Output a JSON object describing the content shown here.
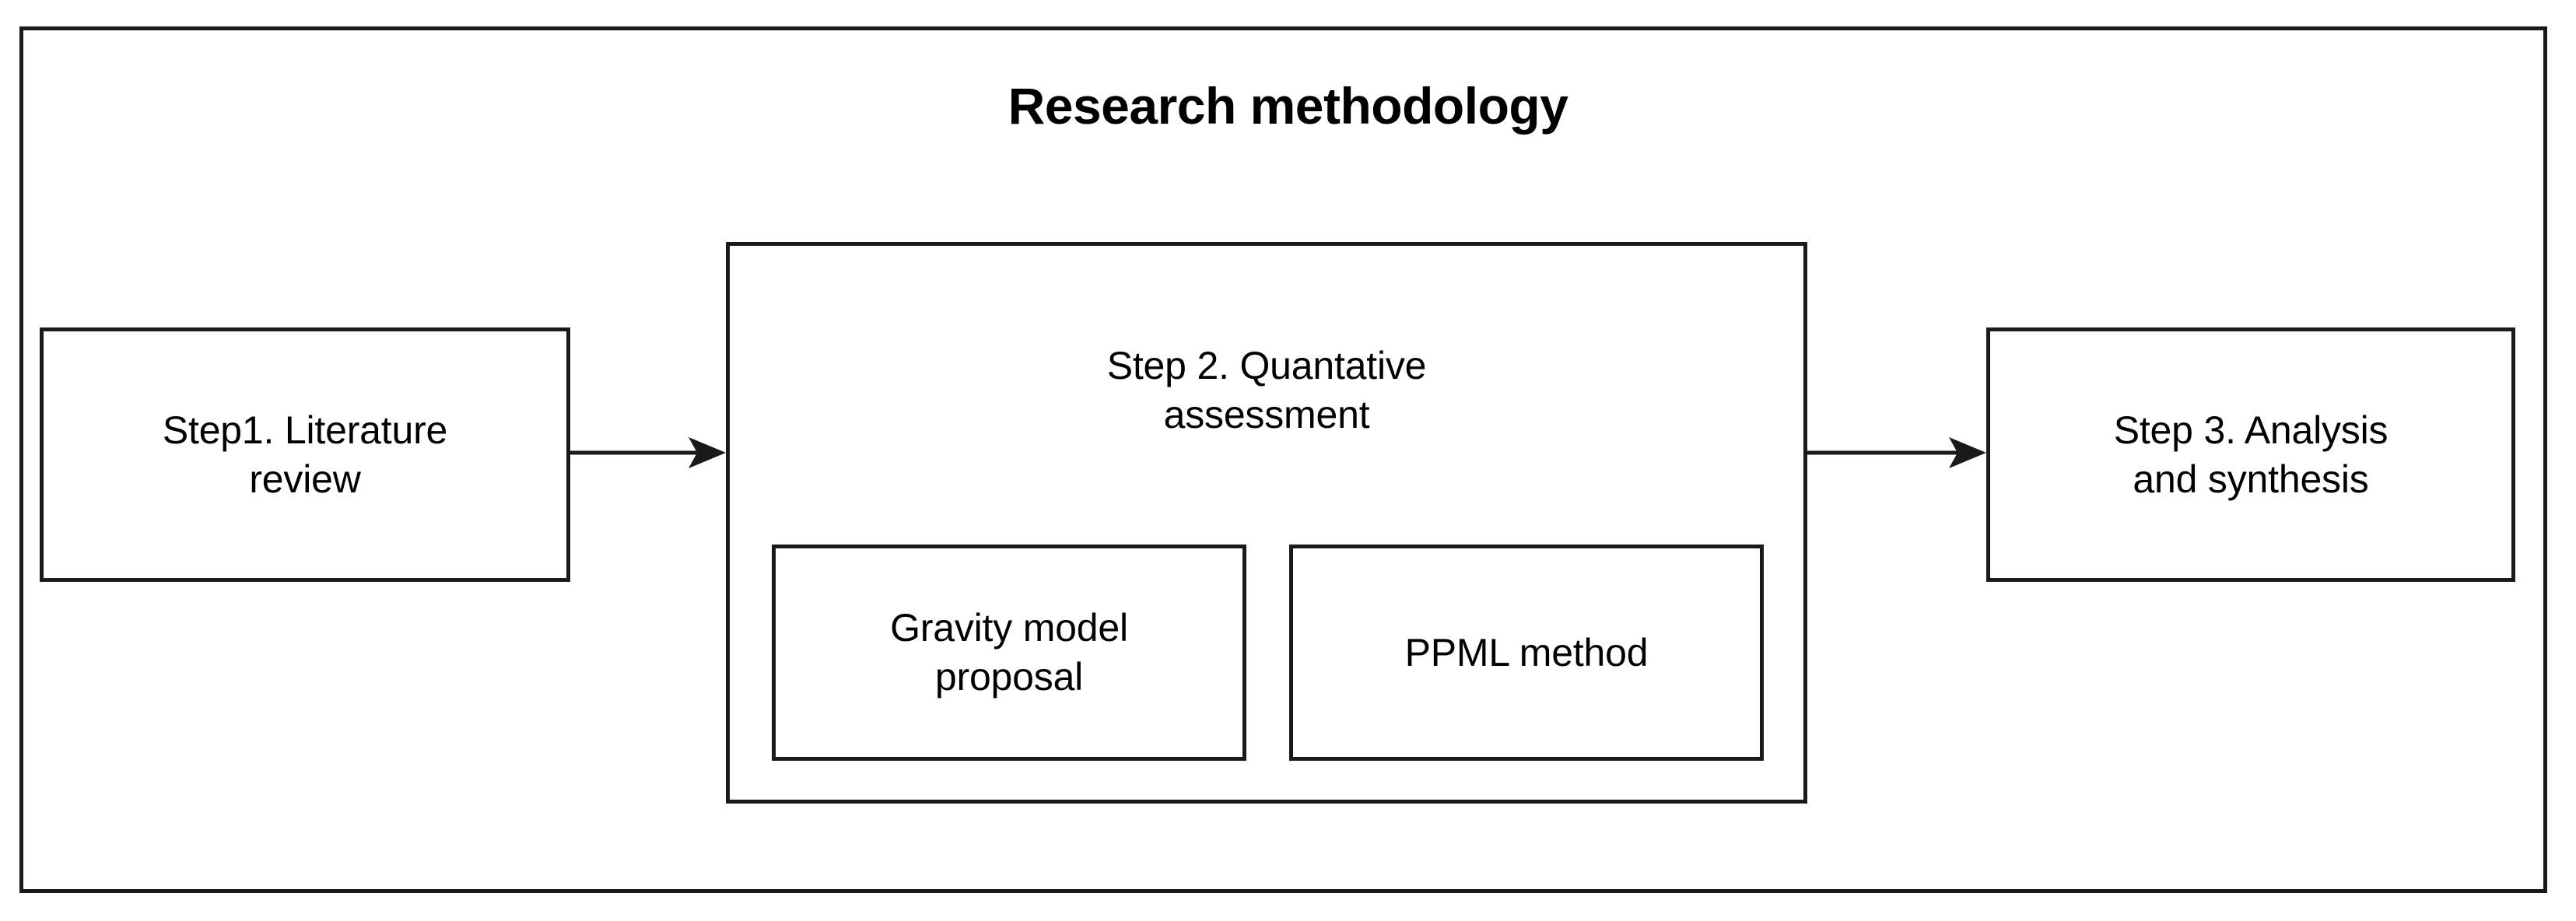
{
  "diagram": {
    "title": "Research methodology",
    "type": "process-flow",
    "orientation": "left-to-right",
    "colors": {
      "stroke": "#1a1a1a",
      "fill": "#ffffff",
      "text": "#000000"
    },
    "steps": [
      {
        "id": "step1",
        "label": "Step1. Literature review",
        "line1": "Step1. Literature",
        "line2": "review"
      },
      {
        "id": "step2",
        "label": "Step 2. Quantative assessment",
        "line1": "Step 2. Quantative",
        "line2": "assessment",
        "children": [
          {
            "id": "gravity",
            "label": "Gravity model proposal",
            "line1": "Gravity model",
            "line2": "proposal"
          },
          {
            "id": "ppml",
            "label": "PPML method",
            "line1": "PPML method",
            "line2": ""
          }
        ]
      },
      {
        "id": "step3",
        "label": "Step 3. Analysis and synthesis",
        "line1": "Step 3. Analysis",
        "line2": "and synthesis"
      }
    ],
    "connectors": [
      {
        "id": "arrow-1",
        "from": "step1",
        "to": "step2",
        "direction": "right",
        "style": "solid-filled-head"
      },
      {
        "id": "arrow-2",
        "from": "step2",
        "to": "step3",
        "direction": "right",
        "style": "solid-filled-head"
      }
    ]
  }
}
